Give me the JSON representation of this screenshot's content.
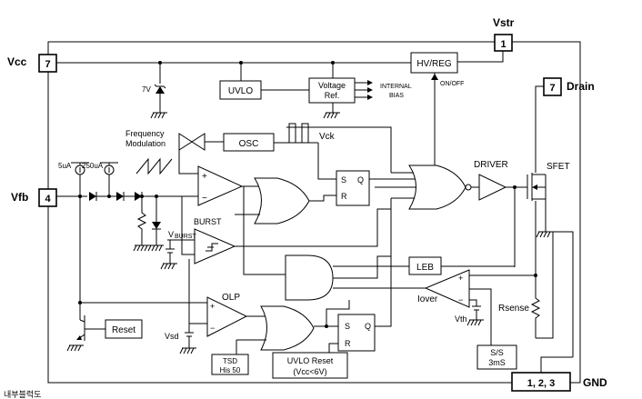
{
  "pins": {
    "vcc": {
      "label": "Vcc",
      "num": "7"
    },
    "vstr": {
      "label": "Vstr",
      "num": "1"
    },
    "drain": {
      "label": "Drain",
      "num": "7"
    },
    "vfb": {
      "label": "Vfb",
      "num": "4"
    },
    "gnd": {
      "label": "GND",
      "num": "1, 2, 3"
    }
  },
  "blocks": {
    "hvreg": "HV/REG",
    "onoff": "ON/OFF",
    "uvlo": "UVLO",
    "vref_line1": "Voltage",
    "vref_line2": "Ref.",
    "internal_bias_line1": "INTERNAL",
    "internal_bias_line2": "BIAS",
    "zener": "7V",
    "freq_mod_line1": "Frequency",
    "freq_mod_line2": "Modulation",
    "osc": "OSC",
    "vck": "Vck",
    "src_5ua": "5uA",
    "src_250ua": "250uA",
    "ff1_s": "S",
    "ff1_r": "R",
    "ff1_q": "Q",
    "driver": "DRIVER",
    "sfet": "SFET",
    "burst": "BURST",
    "vburst_main": "V",
    "vburst_sub": "BURST",
    "leb": "LEB",
    "iover": "Iover",
    "vth": "Vth",
    "rsense": "Rsense",
    "olp": "OLP",
    "vsd": "Vsd",
    "reset": "Reset",
    "tsd_line1": "TSD",
    "tsd_line2": "His 50",
    "uvlo_reset_line1": "UVLO Reset",
    "uvlo_reset_line2": "(Vcc<6V)",
    "ff2_s": "S",
    "ff2_r": "R",
    "ff2_q": "Q",
    "ss_line1": "S/S",
    "ss_line2": "3mS",
    "plus": "+",
    "minus": "−"
  },
  "caption": "내부블럭도"
}
